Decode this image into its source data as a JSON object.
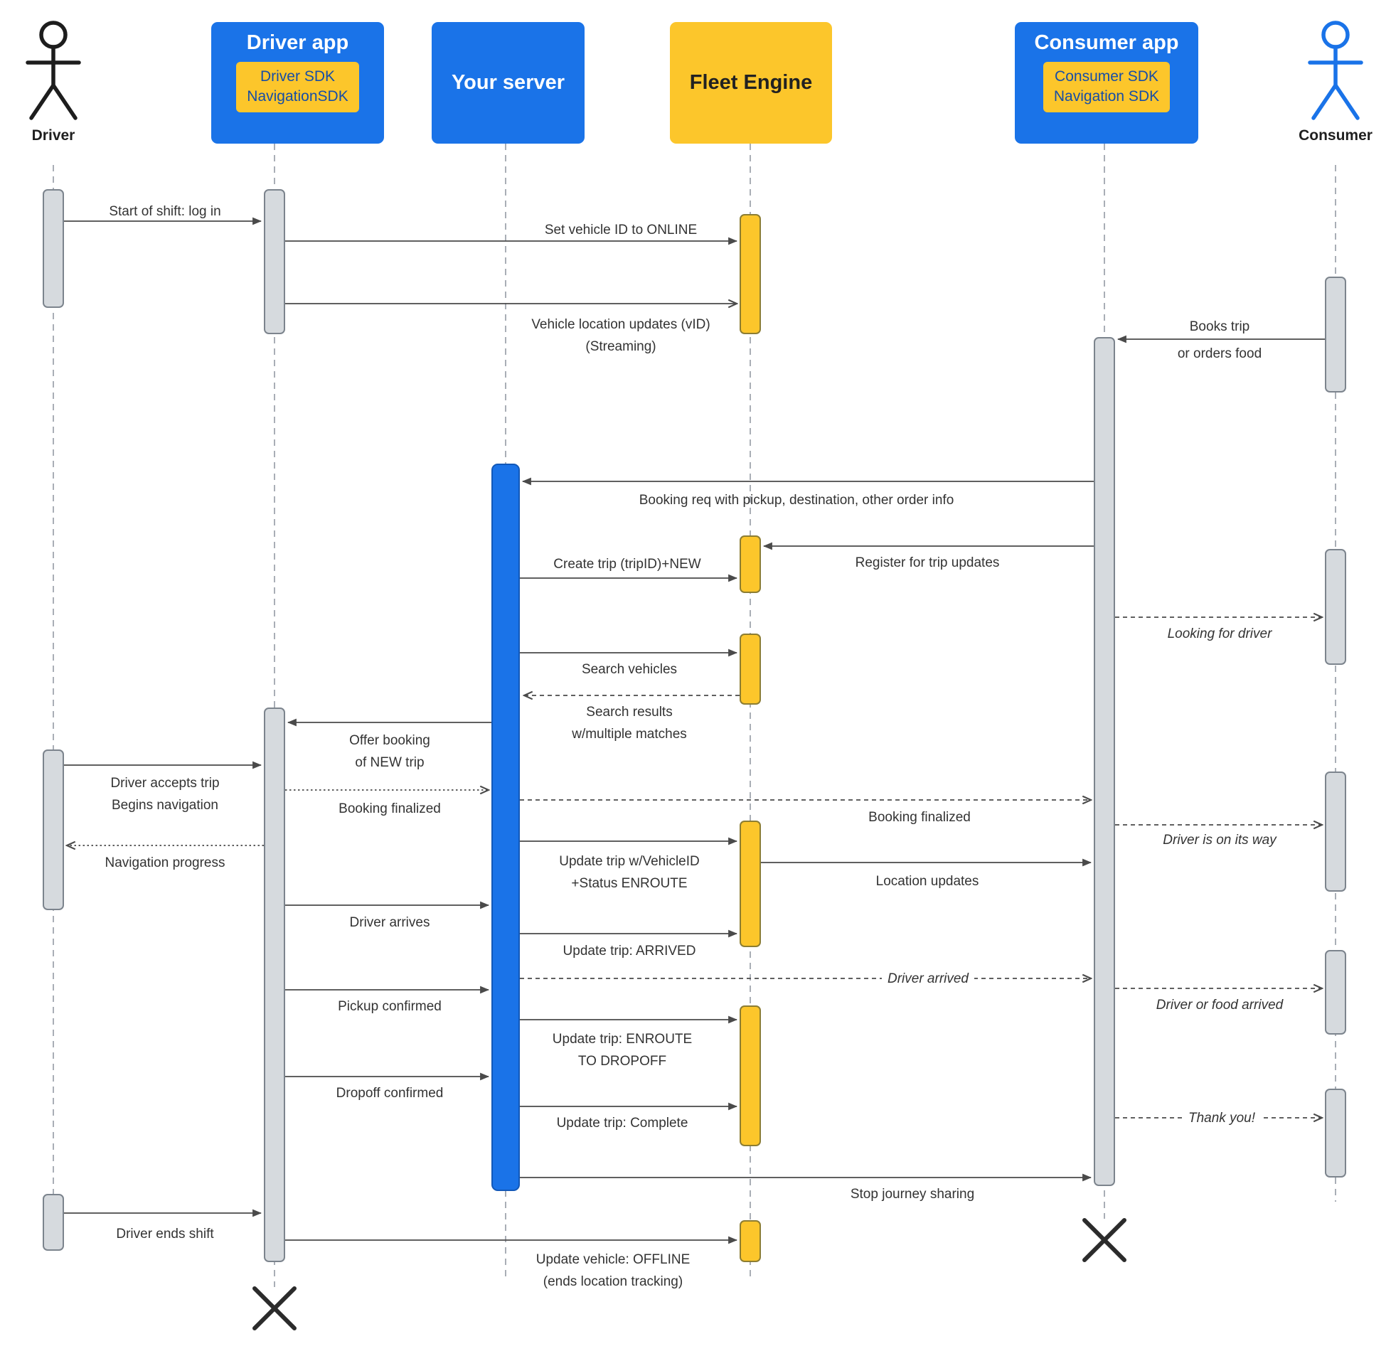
{
  "participants": {
    "driver": {
      "label": "Driver"
    },
    "driver_app": {
      "title": "Driver app",
      "sdk_line1": "Driver SDK",
      "sdk_line2": "NavigationSDK"
    },
    "your_server": {
      "title": "Your server"
    },
    "fleet_engine": {
      "title": "Fleet Engine"
    },
    "consumer_app": {
      "title": "Consumer app",
      "sdk_line1": "Consumer SDK",
      "sdk_line2": "Navigation SDK"
    },
    "consumer": {
      "label": "Consumer"
    }
  },
  "messages": {
    "m01": {
      "label": "Start of shift: log in"
    },
    "m02": {
      "label": "Set vehicle ID to ONLINE"
    },
    "m03": {
      "label": "Vehicle location updates (vID)",
      "label2": "(Streaming)"
    },
    "m04": {
      "label": "Books trip",
      "label2": "or orders food"
    },
    "m05": {
      "label": "Booking req with pickup, destination, other order info"
    },
    "m06": {
      "label": "Register for trip updates"
    },
    "m07": {
      "label": "Create trip (tripID)+NEW"
    },
    "m08": {
      "label": "Looking for driver"
    },
    "m09": {
      "label": "Search vehicles"
    },
    "m10": {
      "label": "Search results",
      "label2": "w/multiple matches"
    },
    "m11": {
      "label": "Offer booking",
      "label2": "of NEW trip"
    },
    "m12": {
      "label": "Driver accepts trip",
      "label2": "Begins navigation"
    },
    "m13": {
      "label": "Booking finalized"
    },
    "m14": {
      "label": "Booking finalized"
    },
    "m15": {
      "label": "Driver is on its way"
    },
    "m16": {
      "label": "Navigation progress"
    },
    "m17": {
      "label": "Update trip w/VehicleID",
      "label2": "+Status ENROUTE"
    },
    "m18": {
      "label": "Location updates"
    },
    "m19": {
      "label": "Driver arrives"
    },
    "m20": {
      "label": "Update trip: ARRIVED"
    },
    "m21": {
      "label": "Driver arrived"
    },
    "m22": {
      "label": "Driver or food arrived"
    },
    "m23": {
      "label": "Pickup confirmed"
    },
    "m24": {
      "label": "Update trip: ENROUTE",
      "label2": "TO DROPOFF"
    },
    "m25": {
      "label": "Dropoff confirmed"
    },
    "m26": {
      "label": "Update trip: Complete"
    },
    "m27": {
      "label": "Thank you!"
    },
    "m28": {
      "label": "Stop journey sharing"
    },
    "m29": {
      "label": "Driver ends shift"
    },
    "m30": {
      "label": "Update vehicle: OFFLINE",
      "label2": "(ends location tracking)"
    }
  },
  "icons": {
    "driver_actor": "stick-figure",
    "consumer_actor": "stick-figure",
    "termination": "x-mark"
  },
  "colors": {
    "blue": "#1a73e8",
    "yellow": "#fcc62b",
    "activation_gray": "#d6dade",
    "line": "#4a4a4a",
    "sdk_text": "#174ea6"
  }
}
